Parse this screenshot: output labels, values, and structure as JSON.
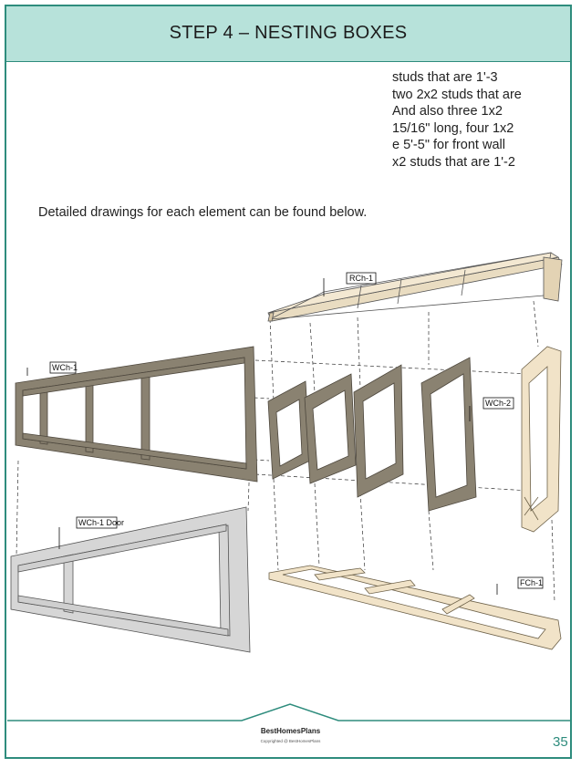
{
  "header": {
    "title": "STEP 4 – NESTING BOXES"
  },
  "intro_lines": [
    "studs that are 1'-3",
    "two 2x2 studs that are",
    "And also three 1x2",
    "15/16\" long, four 1x2",
    "e 5'-5\" for front wall",
    "x2 studs that are 1'-2"
  ],
  "detail_text": "Detailed drawings for each element can be found below.",
  "labels": {
    "rch": "RCh-1",
    "wch1": "WCh-1",
    "wch2": "WCh-2",
    "wch1door": "WCh-1 Door",
    "fch": "FCh-1"
  },
  "footer": {
    "brand": "BestHomesPlans",
    "copyright": "Copyrighted @ BestHomesPlans",
    "page_number": "35"
  },
  "colors": {
    "accent": "#2e8c7d",
    "header_bg": "#b7e2da",
    "wood_light": "#f1e3c8",
    "wood_dark": "#8a8271",
    "grey_panel": "#d6d6d6"
  }
}
